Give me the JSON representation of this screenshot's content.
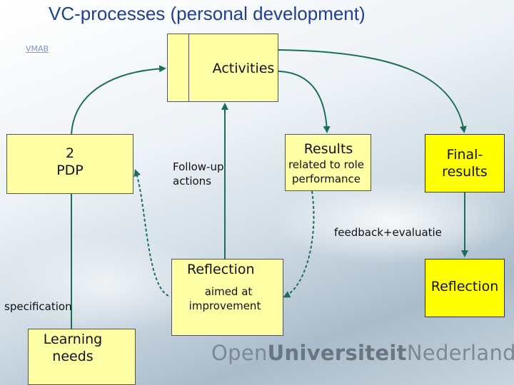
{
  "title": "VC-processes (personal development)",
  "link": "VMAB",
  "nodes": {
    "activities": "Activities",
    "pdp_line1": "2",
    "pdp_line2": "PDP",
    "follow_line1": "Follow-up",
    "follow_line2": "actions",
    "results": "Results",
    "results_sub_line1": "related to role",
    "results_sub_line2": "performance",
    "final_line1": "Final-",
    "final_line2": "results",
    "feedback": "feedback+evaluatie",
    "reflection_mid": "Reflection",
    "aimed_line1": "aimed at",
    "aimed_line2": "improvement",
    "reflection_right": "Reflection",
    "specification": "specification",
    "learning_line1": "Learning",
    "learning_line2": "needs"
  },
  "logo": {
    "part1": "Open",
    "part2": "Universiteit",
    "part3": "Nederland"
  },
  "colors": {
    "title": "#1f3f8f",
    "box_fill": "#ffffa6",
    "box_fill_bright": "#ffff00",
    "arrow": "#1a6e5a"
  }
}
